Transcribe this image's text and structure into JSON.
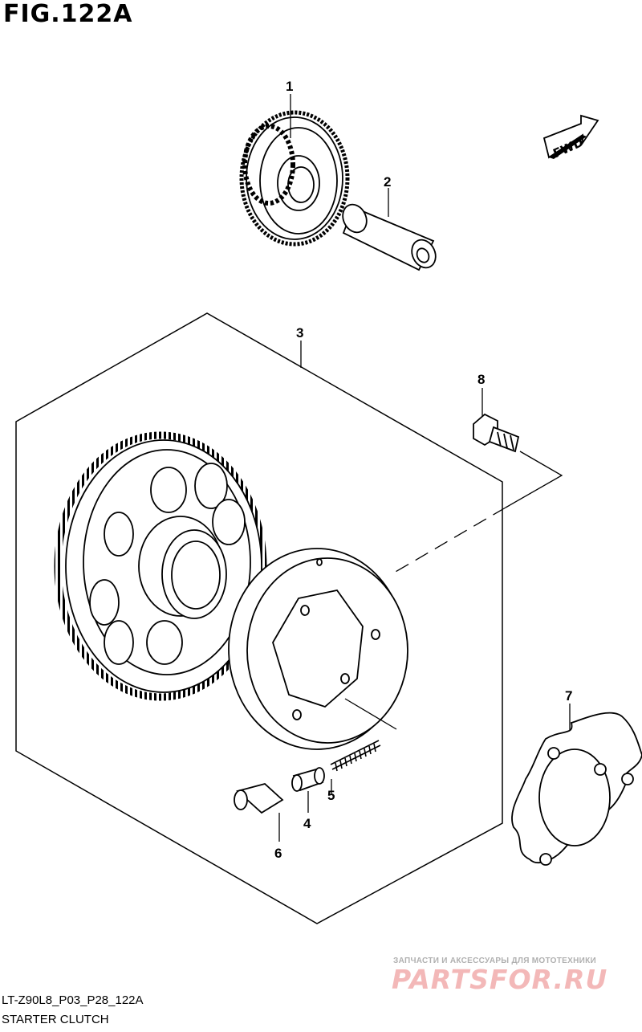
{
  "figure": {
    "title": "FIG.122A",
    "code": "LT-Z90L8_P03_P28_122A",
    "caption": "STARTER CLUTCH"
  },
  "direction_badge": {
    "text": "FWD"
  },
  "callouts": [
    "1",
    "2",
    "3",
    "4",
    "5",
    "6",
    "7",
    "8"
  ],
  "watermark": {
    "tagline": "ЗАПЧАСТИ И АКСЕССУАРЫ ДЛЯ МОТОТЕХНИКИ",
    "brand": "PARTSFOR.RU"
  }
}
